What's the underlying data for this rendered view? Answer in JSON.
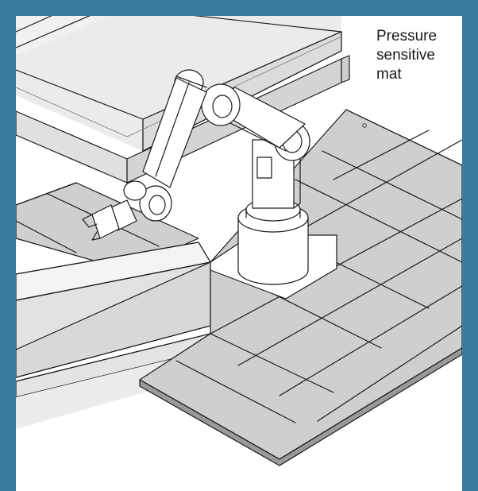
{
  "colors": {
    "border": "#3b7ba0",
    "mat": "#cfcfcf",
    "surface": "#e4e4e4",
    "line": "#1a1a1a",
    "white": "#ffffff"
  },
  "callout": {
    "line1": "Pressure",
    "line2": "sensitive",
    "line3": "mat",
    "icon": "leader-dot"
  }
}
